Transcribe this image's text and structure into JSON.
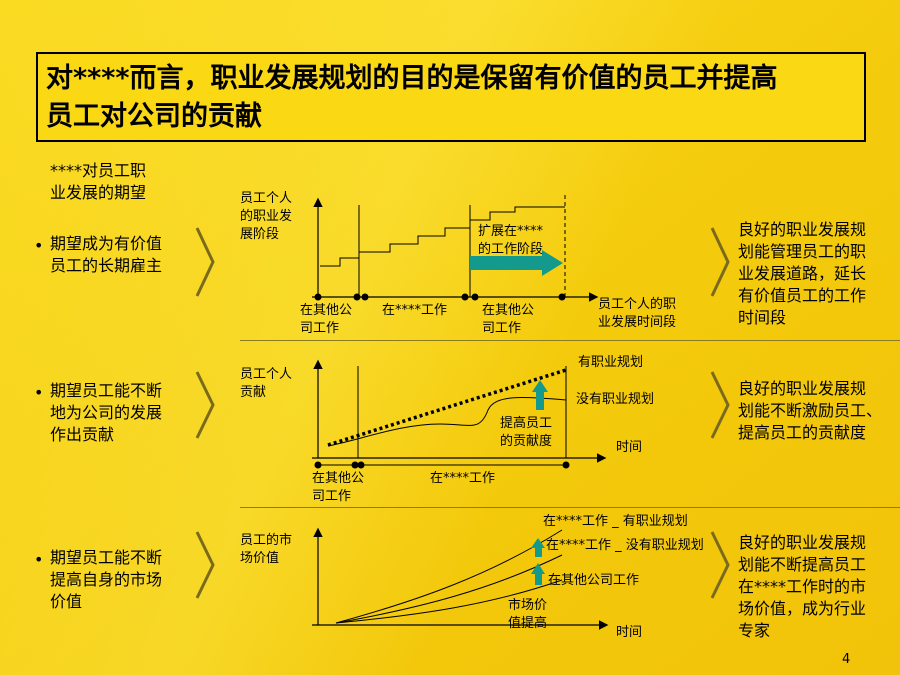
{
  "title": {
    "line1": "对****而言，职业发展规划的目的是保留有价值的员工并提高",
    "line2": "员工对公司的贡献"
  },
  "left_header": {
    "line1": "****对员工职",
    "line2": "业发展的期望"
  },
  "rows": [
    {
      "expectation": [
        "期望成为有价值",
        "员工的长期雇主"
      ],
      "conclusion": [
        "良好的职业发展规",
        "划能管理员工的职",
        "业发展道路，延长",
        "有价值员工的工作",
        "时间段"
      ],
      "y_label": [
        "员工个人",
        "的职业发",
        "展阶段"
      ],
      "x_label": [
        "员工个人的职",
        "业发展时间段"
      ],
      "arrow_label": [
        "扩展在****",
        "的工作阶段"
      ],
      "segments": [
        {
          "label": [
            "在其他公",
            "司工作"
          ]
        },
        {
          "label": [
            "在****工作"
          ]
        },
        {
          "label": [
            "在其他公",
            "司工作"
          ]
        }
      ]
    },
    {
      "expectation": [
        "期望员工能不断",
        "地为公司的发展",
        "作出贡献"
      ],
      "conclusion": [
        "良好的职业发展规",
        "划能不断激励员工、",
        "提高员工的贡献度"
      ],
      "y_label": [
        "员工个人",
        "贡献"
      ],
      "x_label": [
        "时间"
      ],
      "line_labels": [
        "有职业规划",
        "没有职业规划"
      ],
      "arrow_label": [
        "提高员工",
        "的贡献度"
      ],
      "segments": [
        {
          "label": [
            "在其他公",
            "司工作"
          ]
        },
        {
          "label": [
            "在****工作"
          ]
        }
      ]
    },
    {
      "expectation": [
        "期望员工能不断",
        "提高自身的市场",
        "价值"
      ],
      "conclusion": [
        "良好的职业发展规",
        "划能不断提高员工",
        "在****工作时的市",
        "场价值，成为行业",
        "专家"
      ],
      "y_label": [
        "员工的市",
        "场价值"
      ],
      "x_label": [
        "时间"
      ],
      "curve_labels": [
        "在****工作 _ 有职业规划",
        "在****工作 _ 没有职业规划",
        "在其他公司工作"
      ],
      "arrow_label": [
        "市场价",
        "值提高"
      ]
    }
  ],
  "bullet_char": "•",
  "page_number": "4",
  "colors": {
    "accent": "#139a8c",
    "background": "#f6cf0f"
  }
}
